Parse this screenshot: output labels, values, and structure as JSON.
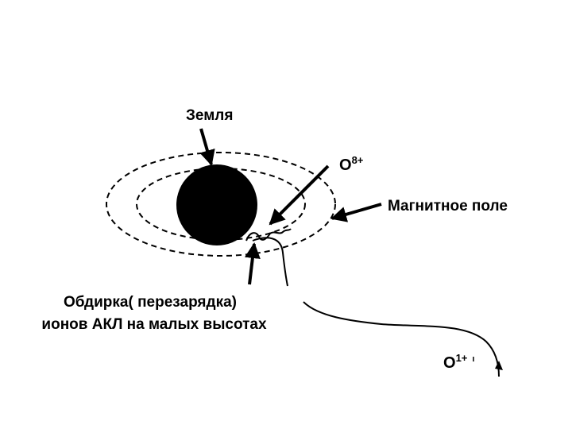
{
  "diagram": {
    "earth_label": "Земля",
    "oxygen_high_label": "O",
    "oxygen_high_charge": "8+",
    "magnetic_field_label": "Магнитное поле",
    "stripping_label_line1": "Обдирка( перезарядка)",
    "stripping_label_line2": "ионов АКЛ на малых высотах",
    "oxygen_low_label": "O",
    "oxygen_low_charge": "1+",
    "oxygen_low_mark": "ı"
  },
  "colors": {
    "ink": "#000000",
    "background": "#ffffff"
  }
}
